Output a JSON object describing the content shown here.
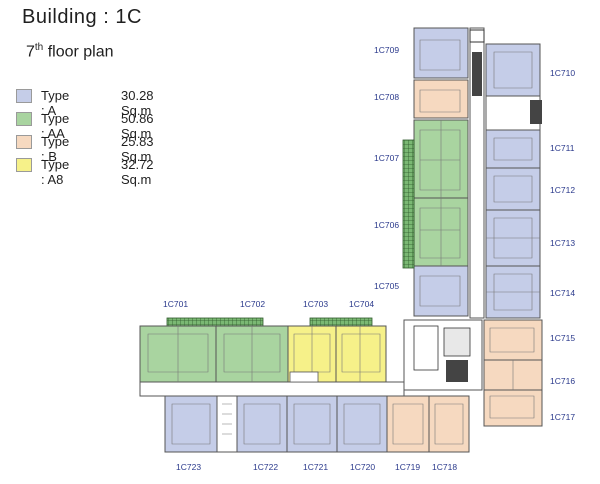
{
  "header": {
    "title": "Building : 1C",
    "floor_prefix": "7",
    "floor_sup": "th",
    "floor_suffix": " floor plan"
  },
  "legend": [
    {
      "type": "Type : A",
      "area": "30.28  Sq.m",
      "color": "#c5cde8"
    },
    {
      "type": "Type : AA",
      "area": "50.86  Sq.m",
      "color": "#a9d4a0"
    },
    {
      "type": "Type : B",
      "area": "25.83  Sq.m",
      "color": "#f6d9c0"
    },
    {
      "type": "Type : A8",
      "area": "32.72  Sq.m",
      "color": "#f6f189"
    }
  ],
  "unit_labels": {
    "u1C709": "1C709",
    "u1C710": "1C710",
    "u1C708": "1C708",
    "u1C707": "1C707",
    "u1C711": "1C711",
    "u1C712": "1C712",
    "u1C706": "1C706",
    "u1C713": "1C713",
    "u1C705": "1C705",
    "u1C714": "1C714",
    "u1C701": "1C701",
    "u1C702": "1C702",
    "u1C703": "1C703",
    "u1C704": "1C704",
    "u1C715": "1C715",
    "u1C716": "1C716",
    "u1C717": "1C717",
    "u1C723": "1C723",
    "u1C722": "1C722",
    "u1C721": "1C721",
    "u1C720": "1C720",
    "u1C719": "1C719",
    "u1C718": "1C718"
  }
}
